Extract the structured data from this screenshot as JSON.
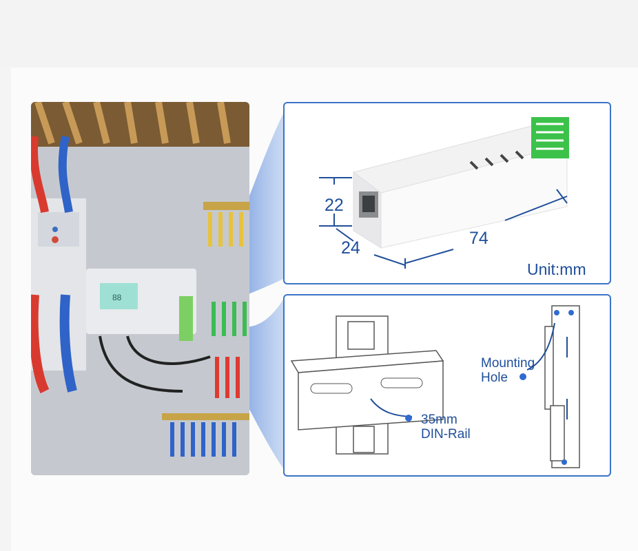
{
  "dimensions": {
    "height": "22",
    "depth": "24",
    "length": "74",
    "unit_label": "Unit:mm"
  },
  "rail_label": {
    "size": "35mm",
    "name": "DIN-Rail"
  },
  "hole_label": {
    "line1": "Mounting",
    "line2": "Hole"
  },
  "colors": {
    "accent": "#3b74c8",
    "text": "#1f4e9a",
    "terminal_green": "#3cc24a"
  }
}
